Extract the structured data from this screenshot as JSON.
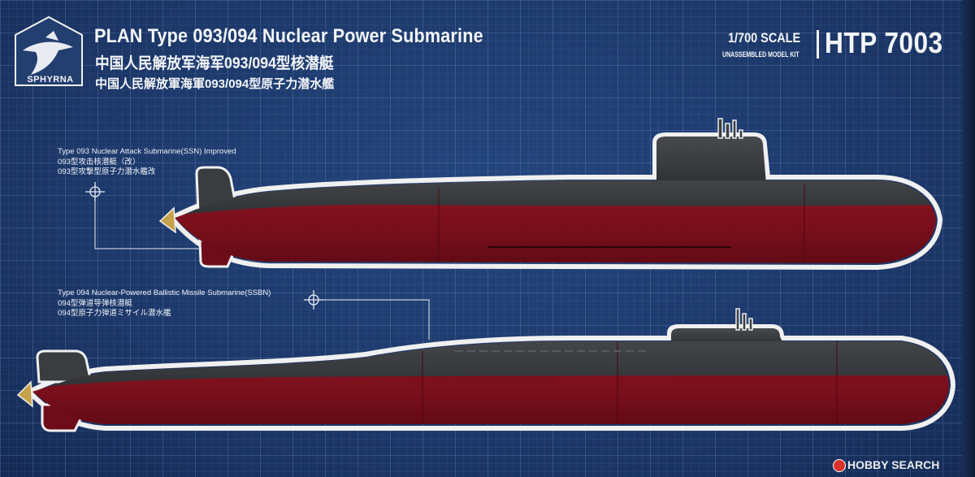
{
  "brand": {
    "logo_text": "SPHYRNA"
  },
  "header": {
    "title_en": "PLAN Type 093/094  Nuclear Power Submarine",
    "title_cn_simplified": "中国人民解放军海军093/094型核潜艇",
    "title_jp": "中国人民解放軍海軍093/094型原子力潜水艦",
    "scale": "1/700 SCALE",
    "kit_note": "UNASSEMBLED MODEL KIT",
    "product_code": "HTP 7003"
  },
  "submarines": [
    {
      "label_en": "Type 093 Nuclear Attack Submarine(SSN) Improved",
      "label_cn": "093型攻击核潜艇（改）",
      "label_jp": "093型攻撃型原子力潜水艦改"
    },
    {
      "label_en": "Type 094 Nuclear-Powered Ballistic Missile Submarine(SSBN)",
      "label_cn": "094型弹道导弹核潜艇",
      "label_jp": "094型原子力弾道ミサイル潜水艦"
    }
  ],
  "watermark": {
    "text": "HOBBY SEARCH"
  },
  "colors": {
    "background": "#1d3a6b",
    "hull_red": "#7a0f1c",
    "hull_gray": "#36393c",
    "outline": "#f2f2f2"
  }
}
